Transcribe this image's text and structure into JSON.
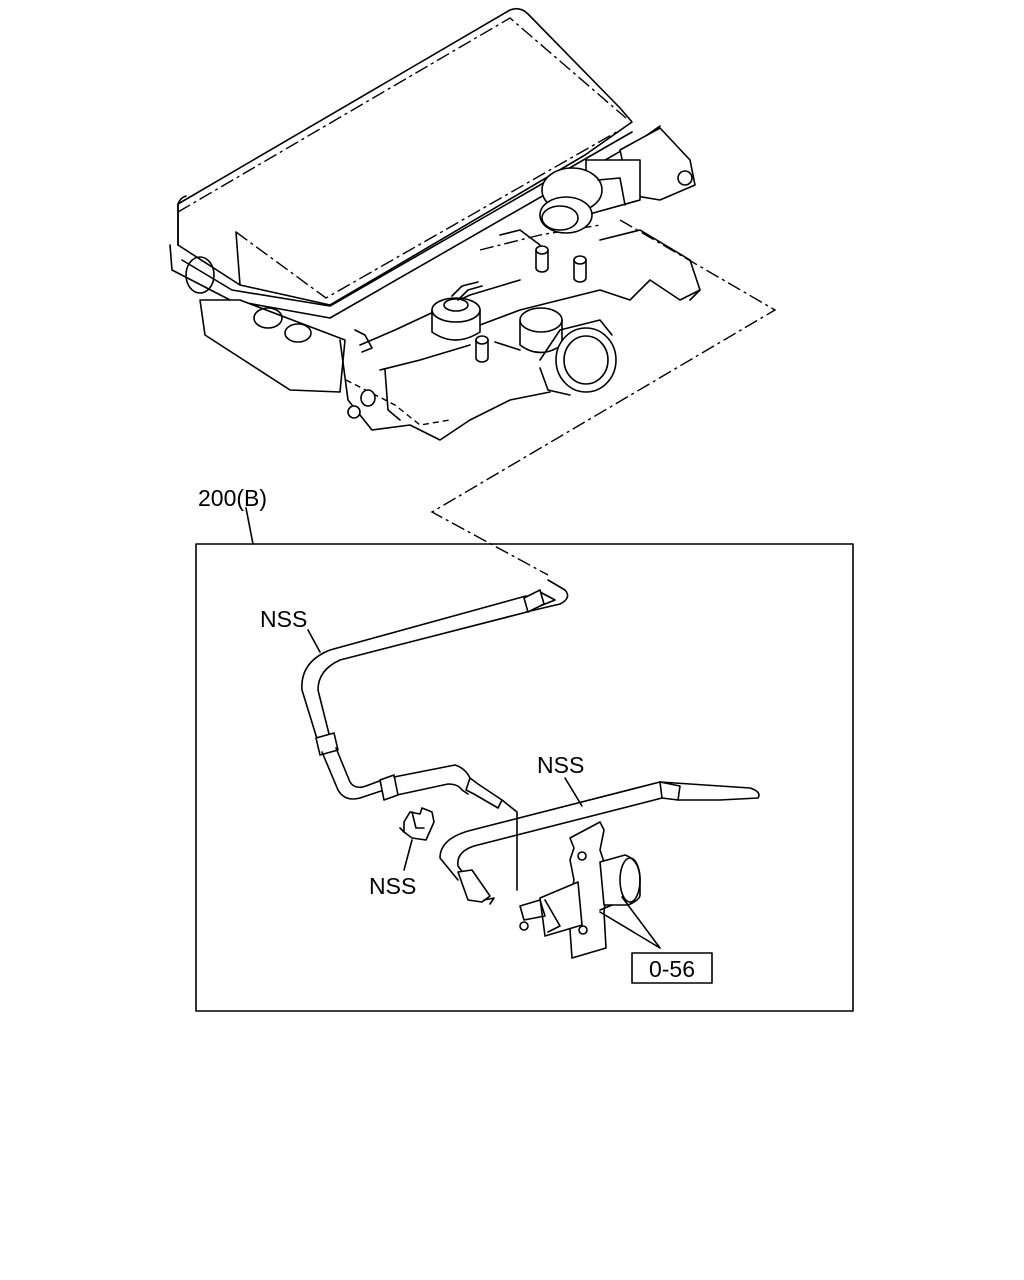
{
  "diagram": {
    "ref_label": "200(B)",
    "callouts": [
      "NSS",
      "NSS",
      "NSS"
    ],
    "part_ref": "0-56",
    "colors": {
      "ink": "#000000",
      "paper": "#ffffff"
    }
  }
}
